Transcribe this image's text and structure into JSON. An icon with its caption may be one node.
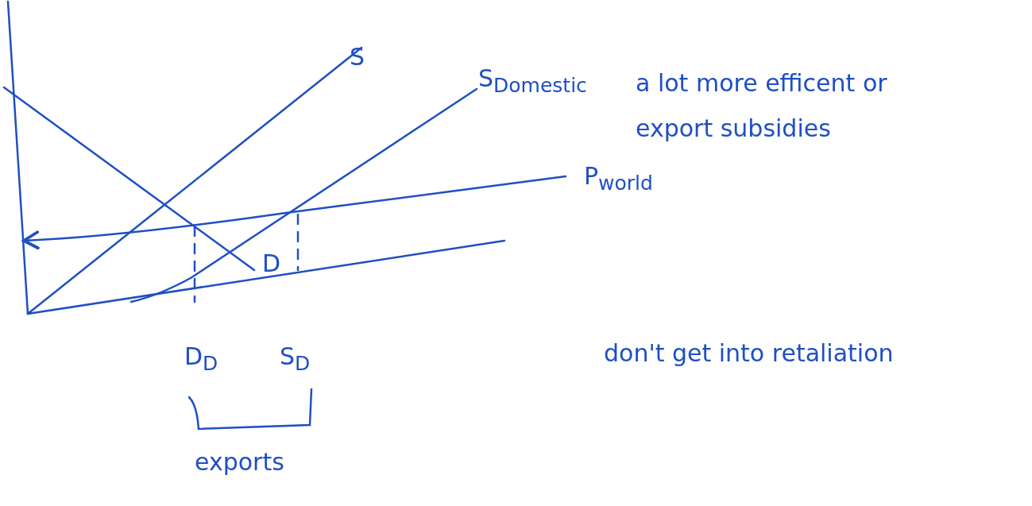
{
  "diagram": {
    "labels": [
      "S",
      "S$_{Domestic}$",
      "a lot more efficent or export subsidies",
      "P$_{world}$",
      "D",
      "D$_{D}$",
      "S$_{D}$",
      "exports",
      "don't get into retaliation"
    ]
  }
}
